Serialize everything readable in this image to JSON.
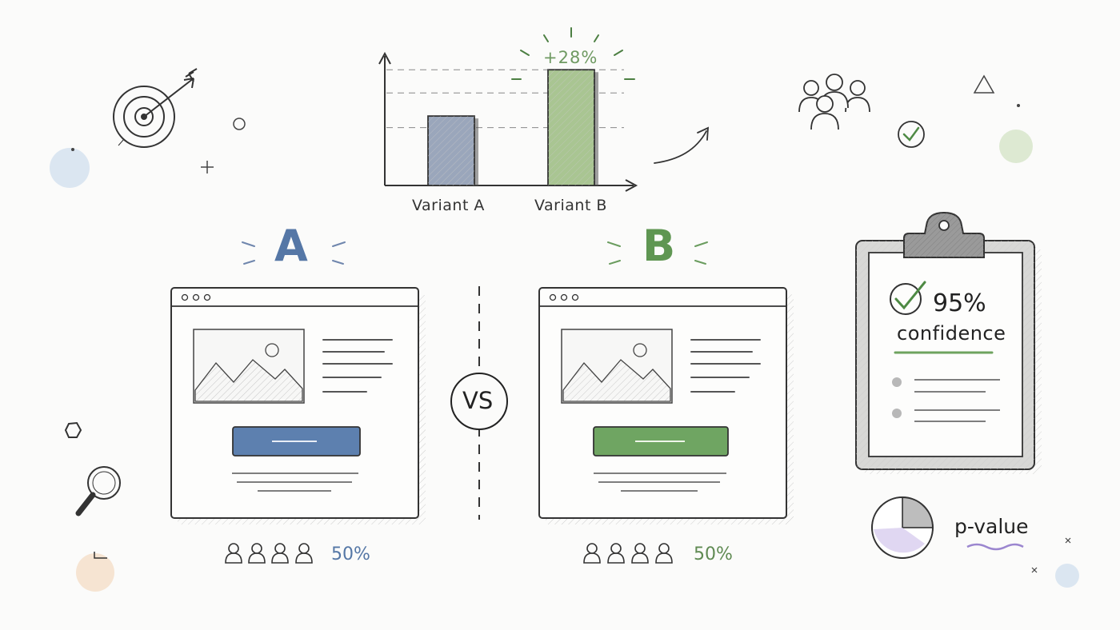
{
  "header_chart": {
    "uplift_label": "+28%"
  },
  "chart_data": {
    "type": "bar",
    "categories": [
      "Variant A",
      "Variant B"
    ],
    "values": [
      0.6,
      1.0
    ],
    "ylim": [
      0,
      1.05
    ],
    "colors": [
      "#9aa6bb",
      "#a9c592"
    ],
    "grid": true
  },
  "variants": {
    "a": {
      "letter": "A",
      "traffic_split": "50%",
      "color": "#5577a6"
    },
    "b": {
      "letter": "B",
      "traffic_split": "50%",
      "color": "#6ba25c"
    }
  },
  "comparison": {
    "vs_label": "VS"
  },
  "result_card": {
    "confidence_value": "95%",
    "confidence_label": "confidence"
  },
  "significance": {
    "label": "p-value",
    "pie_share": 0.75
  },
  "icons": [
    "target-icon",
    "arrow-up-icon",
    "users-group-icon",
    "check-icon",
    "magnifier-icon",
    "clipboard-icon",
    "triangle-icon",
    "user-icon"
  ]
}
